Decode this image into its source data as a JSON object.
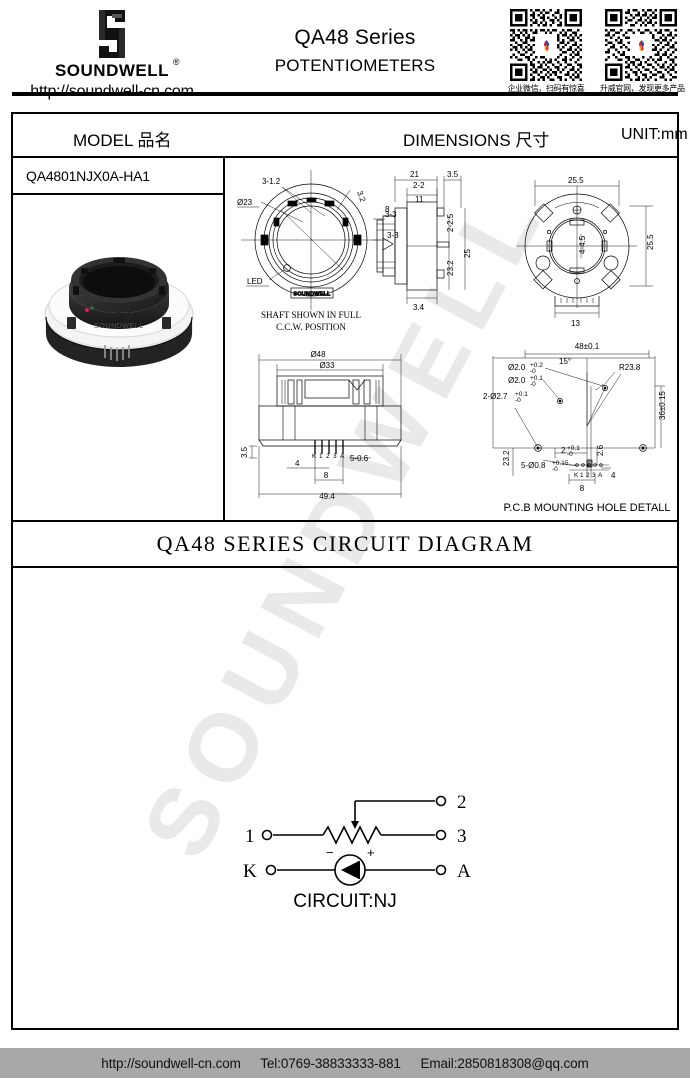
{
  "header": {
    "brand_name": "SOUNDWELL",
    "brand_reg": "®",
    "brand_url": "http://soundwell-cn.com",
    "title_main": "QA48 Series",
    "title_sub": "POTENTIOMETERS",
    "qr_codes": [
      {
        "caption": "企业微信，扫码有惊喜"
      },
      {
        "caption": "升威官网，发现更多产品"
      }
    ]
  },
  "table": {
    "col_model": "MODEL 品名",
    "col_dimensions": "DIMENSIONS 尺寸",
    "col_unit": "UNIT:mm",
    "model_name": "QA4801NJX0A-HA1",
    "photo_label": "SOUNDWELL"
  },
  "drawings": {
    "front_view": {
      "labels": [
        "3-1.2",
        "3.2",
        "Ø23",
        "LED",
        "3-3",
        "3-3"
      ],
      "logo_text": "SOUNDWELL",
      "caption_line1": "SHAFT SHOWN IN FULL",
      "caption_line2": "C.C.W.  POSITION"
    },
    "side_view": {
      "labels": [
        "21",
        "3.5",
        "2-2",
        "11",
        "8",
        "2-2.5",
        "23.2",
        "25",
        "3.4"
      ]
    },
    "rear_view": {
      "labels": [
        "25.5",
        "25.5",
        "4-4.5",
        "13"
      ]
    },
    "section_view": {
      "labels": [
        "Ø48",
        "Ø33",
        "5-0.6",
        "4",
        "8",
        "49.4",
        "3.5"
      ],
      "pins": [
        "K",
        "1",
        "2",
        "3",
        "A"
      ]
    },
    "pcb_detail": {
      "title": "P.C.B MOUNTING HOLE DETALL",
      "labels": [
        "48±0.1",
        "Ø2.0",
        "Ø2.0",
        "R23.8",
        "15°",
        "2-Ø2.7",
        "36±0.15",
        "23.2",
        "2",
        "2.6",
        "5-Ø0.8",
        "4",
        "8"
      ],
      "tolerances": [
        "+0.2",
        "-0",
        "+0.1",
        "-0",
        "+0.1",
        "-0",
        "+0.1",
        "-0",
        "+0.15",
        "-0"
      ],
      "pins": [
        "K",
        "1",
        "2",
        "3",
        "A"
      ]
    }
  },
  "circuit_section": {
    "title": "QA48 SERIES CIRCUIT DIAGRAM",
    "terminals": [
      "1",
      "2",
      "3",
      "K",
      "A"
    ],
    "diode_minus": "−",
    "diode_plus": "+",
    "caption": "CIRCUIT:NJ"
  },
  "watermark": {
    "text": "SOUNDWELL"
  },
  "footer": {
    "url": "http://soundwell-cn.com",
    "tel": "Tel:0769-38833333-881",
    "email": "Email:2850818308@qq.com"
  }
}
